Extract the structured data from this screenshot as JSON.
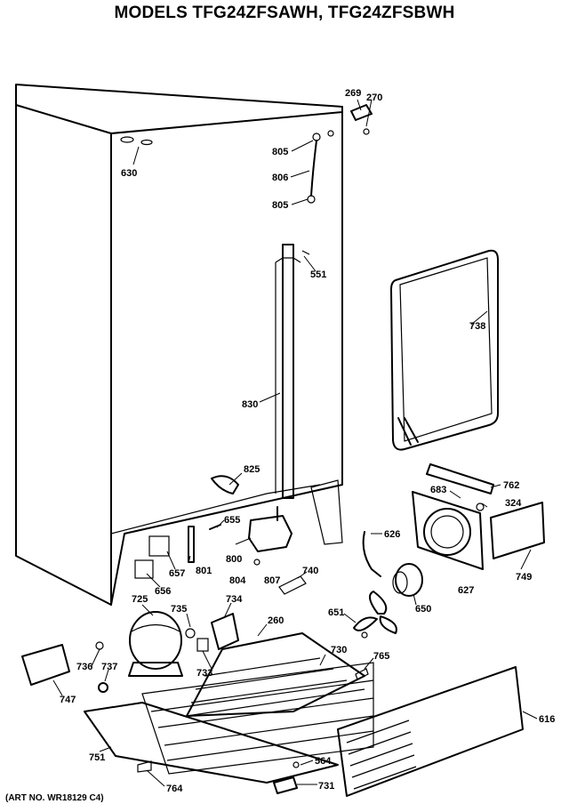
{
  "title": "MODELS TFG24ZFSAWH, TFG24ZFSBWH",
  "art_number": "(ART NO. WR18129 C4)",
  "parts": {
    "p269": "269",
    "p270": "270",
    "p805a": "805",
    "p806": "806",
    "p805b": "805",
    "p630": "630",
    "p551": "551",
    "p738": "738",
    "p830": "830",
    "p825": "825",
    "p762": "762",
    "p683": "683",
    "p324": "324",
    "p655": "655",
    "p626": "626",
    "p800": "800",
    "p657": "657",
    "p801": "801",
    "p656": "656",
    "p804": "804",
    "p807": "807",
    "p740": "740",
    "p627": "627",
    "p749": "749",
    "p725": "725",
    "p734": "734",
    "p735": "735",
    "p650": "650",
    "p651": "651",
    "p260": "260",
    "p730": "730",
    "p736": "736",
    "p737": "737",
    "p733": "733",
    "p765": "765",
    "p747": "747",
    "p616": "616",
    "p751": "751",
    "p564": "564",
    "p731": "731",
    "p764": "764"
  }
}
